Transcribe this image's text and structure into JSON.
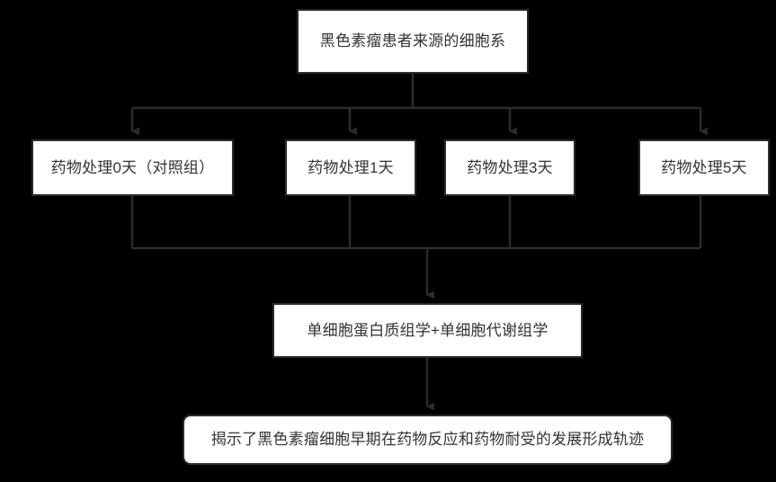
{
  "diagram": {
    "title_node": {
      "id": "source",
      "label": "黑色素瘤患者来源的细胞系"
    },
    "treatment_nodes": [
      {
        "id": "day0",
        "label": "药物处理0天（对照组）"
      },
      {
        "id": "day1",
        "label": "药物处理1天"
      },
      {
        "id": "day3",
        "label": "药物处理3天"
      },
      {
        "id": "day5",
        "label": "药物处理5天"
      }
    ],
    "method_node": {
      "id": "omics",
      "label": "单细胞蛋白质组学+单细胞代谢组学"
    },
    "conclusion_node": {
      "id": "conclusion",
      "label": "揭示了黑色素瘤细胞早期在药物反应和药物耐受的发展形成轨迹"
    },
    "colors": {
      "background": "#000000",
      "node_fill": "#ffffff",
      "node_border": "#2b2b2b",
      "node_text": "#333333",
      "connector": "#2b2b2b"
    }
  }
}
